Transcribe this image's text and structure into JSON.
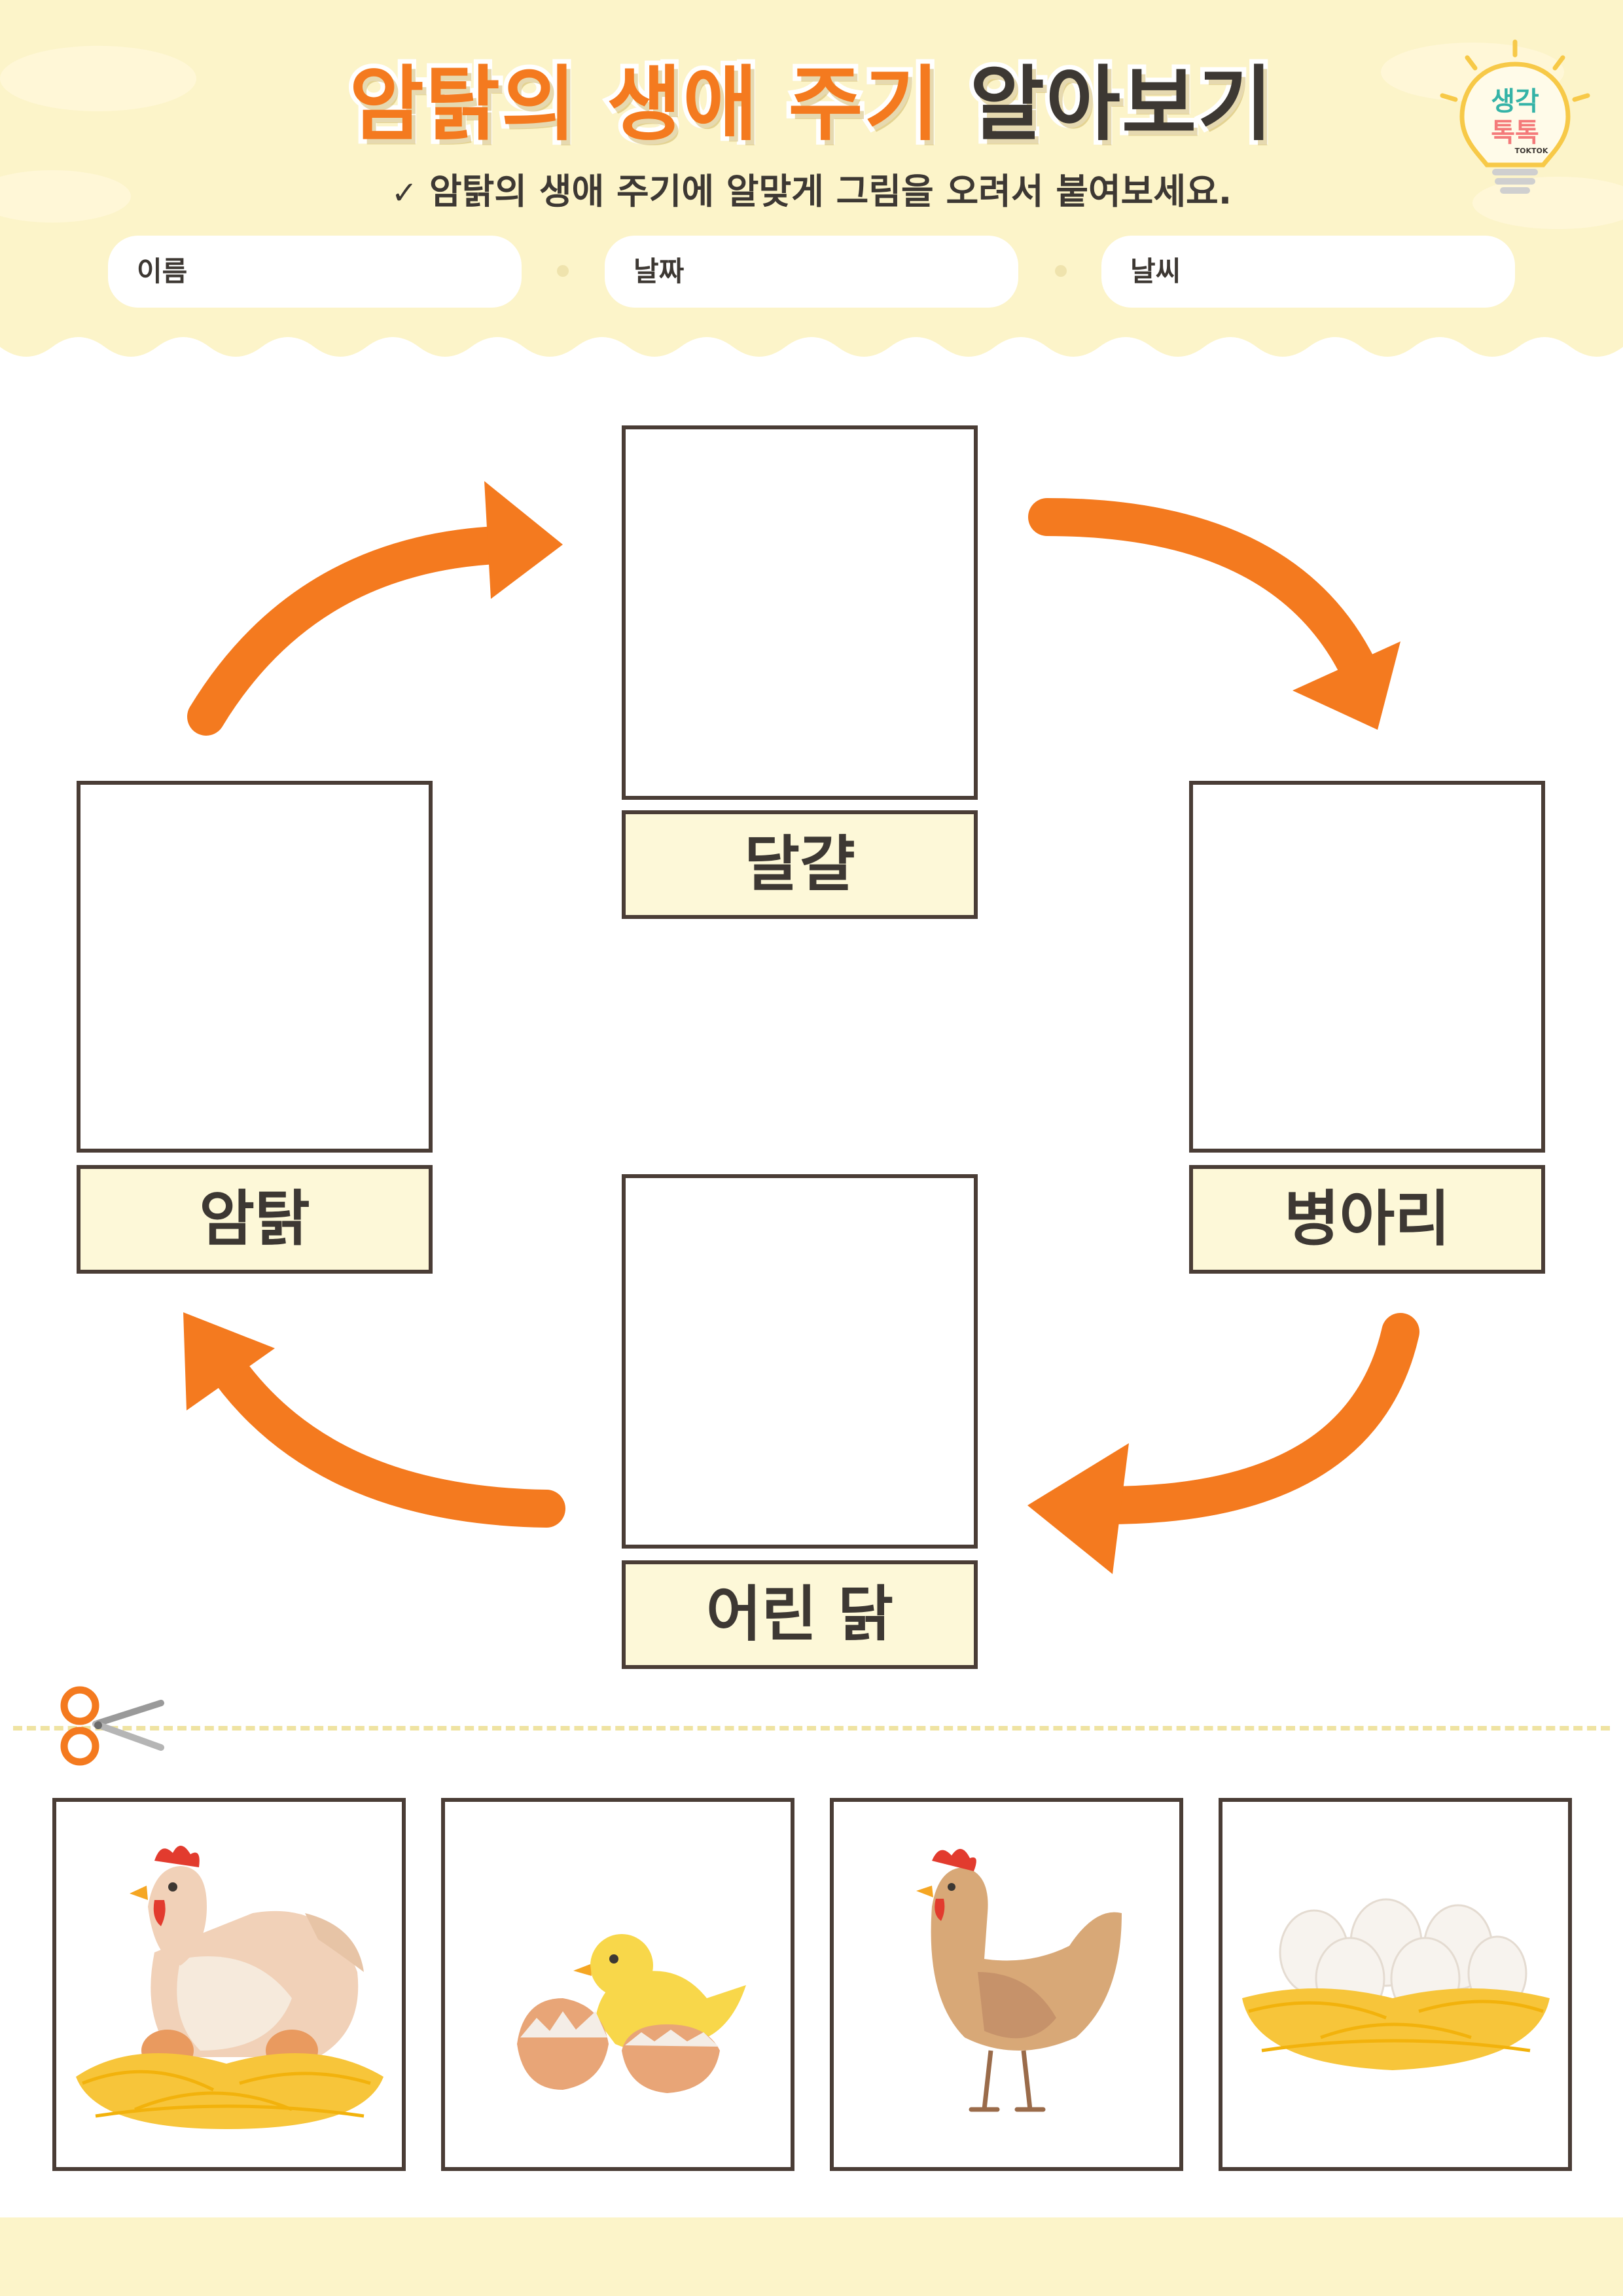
{
  "header": {
    "title_part1": "암탉의 생애 주기",
    "title_part2": "알아보기",
    "instruction": "암탉의 생애 주기에 알맞게 그림을 오려서 붙여보세요.",
    "check_icon": "checkmark-icon",
    "fields": [
      {
        "label": "이름"
      },
      {
        "label": "날짜"
      },
      {
        "label": "날씨"
      }
    ],
    "logo": {
      "line1": "생각",
      "line2": "톡톡",
      "line3": "TOKTOK",
      "icon": "lightbulb-icon"
    }
  },
  "cycle": {
    "stages": [
      {
        "label": "달걀"
      },
      {
        "label": "병아리"
      },
      {
        "label": "어린 닭"
      },
      {
        "label": "암탉"
      }
    ],
    "arrow_color": "#f47a1f"
  },
  "cutout": {
    "scissors_icon": "scissors-icon",
    "cards": [
      {
        "image": "hen-on-nest-image"
      },
      {
        "image": "hatching-chick-image"
      },
      {
        "image": "young-chicken-image"
      },
      {
        "image": "eggs-in-nest-image"
      }
    ]
  },
  "colors": {
    "header_bg": "#fcf4c9",
    "title_orange": "#f47a1f",
    "text_dark": "#3d3833",
    "border": "#4a3d36",
    "label_bg": "#fdf8d8"
  }
}
